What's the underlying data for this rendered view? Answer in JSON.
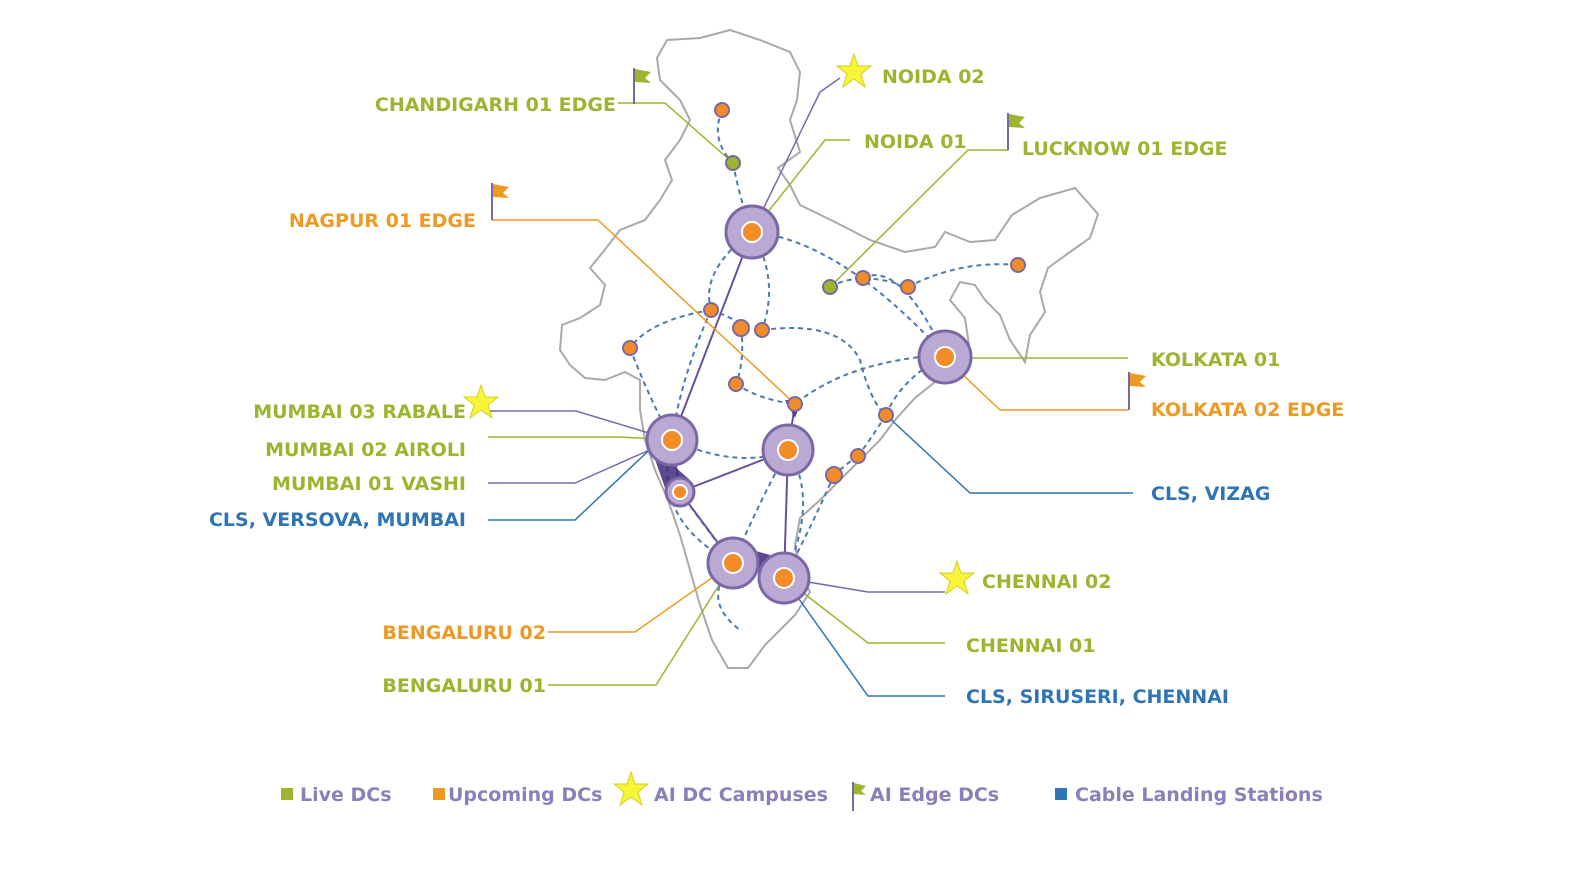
{
  "colors": {
    "live": "#9bb52f",
    "upcoming": "#ec9a23",
    "cls": "#2f74b5",
    "outline": "#a9a9a9",
    "network": "#4b7bae",
    "node_fill": "#b9a9d3",
    "node_stroke": "#7b67a6",
    "node_core": "#f28c28",
    "star": "#f7f43a",
    "legend_text": "#8c7fb8"
  },
  "labels": {
    "chandigarh": "CHANDIGARH 01 EDGE",
    "noida02": "NOIDA 02",
    "noida01": "NOIDA 01",
    "lucknow": "LUCKNOW 01 EDGE",
    "nagpur": "NAGPUR 01 EDGE",
    "kolkata01": "KOLKATA 01",
    "kolkata02": "KOLKATA 02 EDGE",
    "mumbai03": "MUMBAI 03 RABALE",
    "mumbai02": "MUMBAI 02 AIROLI",
    "mumbai01": "MUMBAI 01 VASHI",
    "cls_versova": "CLS, VERSOVA, MUMBAI",
    "cls_vizag": "CLS, VIZAG",
    "chennai02": "CHENNAI 02",
    "bengaluru02": "BENGALURU 02",
    "chennai01": "CHENNAI 01",
    "bengaluru01": "BENGALURU 01",
    "cls_siruseri": "CLS, SIRUSERI, CHENNAI"
  },
  "legend": {
    "live": "Live DCs",
    "upcoming": "Upcoming DCs",
    "ai_campus": "AI DC Campuses",
    "ai_edge": "AI Edge DCs",
    "cls": "Cable Landing Stations"
  }
}
